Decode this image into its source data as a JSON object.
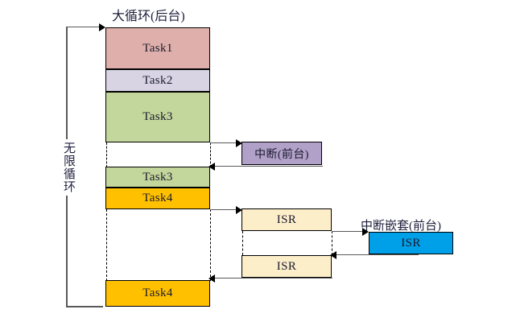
{
  "diagram": {
    "title_main": "大循环(后台)",
    "loop_label": "无限循环",
    "foreground_label": "中断(前台)",
    "nested_label": "中断嵌套(前台)",
    "colors": {
      "task1": "#dfb0ab",
      "task2": "#d8d4e3",
      "task3": "#c3d69b",
      "task4": "#ffc000",
      "interrupt": "#b1a0c7",
      "isr": "#fdeeca",
      "nested_isr": "#00a0e9",
      "line": "#595959",
      "border": "#000000",
      "background": "#ffffff"
    },
    "background_column": [
      {
        "id": "task1",
        "label": "Task1",
        "color_key": "task1"
      },
      {
        "id": "task2",
        "label": "Task2",
        "color_key": "task2"
      },
      {
        "id": "task3a",
        "label": "Task3",
        "color_key": "task3"
      },
      {
        "id": "gap1",
        "label": "",
        "color_key": "background"
      },
      {
        "id": "task3b",
        "label": "Task3",
        "color_key": "task3"
      },
      {
        "id": "task4a",
        "label": "Task4",
        "color_key": "task4"
      },
      {
        "id": "gap2",
        "label": "",
        "color_key": "background"
      },
      {
        "id": "task4b",
        "label": "Task4",
        "color_key": "task4"
      }
    ],
    "interrupt_block": {
      "label": "中断(前台)"
    },
    "isr_blocks": [
      {
        "id": "isr-upper",
        "label": "ISR"
      },
      {
        "id": "isr-lower",
        "label": "ISR"
      }
    ],
    "nested_isr_block": {
      "label": "ISR"
    }
  }
}
